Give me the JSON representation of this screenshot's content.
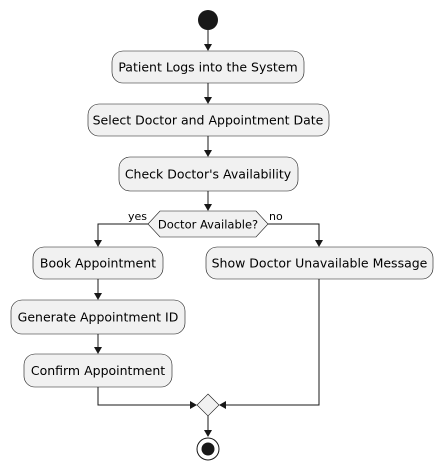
{
  "diagram": {
    "activities": {
      "login": "Patient Logs into the System",
      "select": "Select Doctor and Appointment Date",
      "check": "Check Doctor's Availability",
      "book": "Book Appointment",
      "generate": "Generate Appointment ID",
      "confirm": "Confirm Appointment",
      "unavailable": "Show Doctor Unavailable Message"
    },
    "decision": {
      "label": "Doctor Available?",
      "yes_label": "yes",
      "no_label": "no"
    }
  }
}
